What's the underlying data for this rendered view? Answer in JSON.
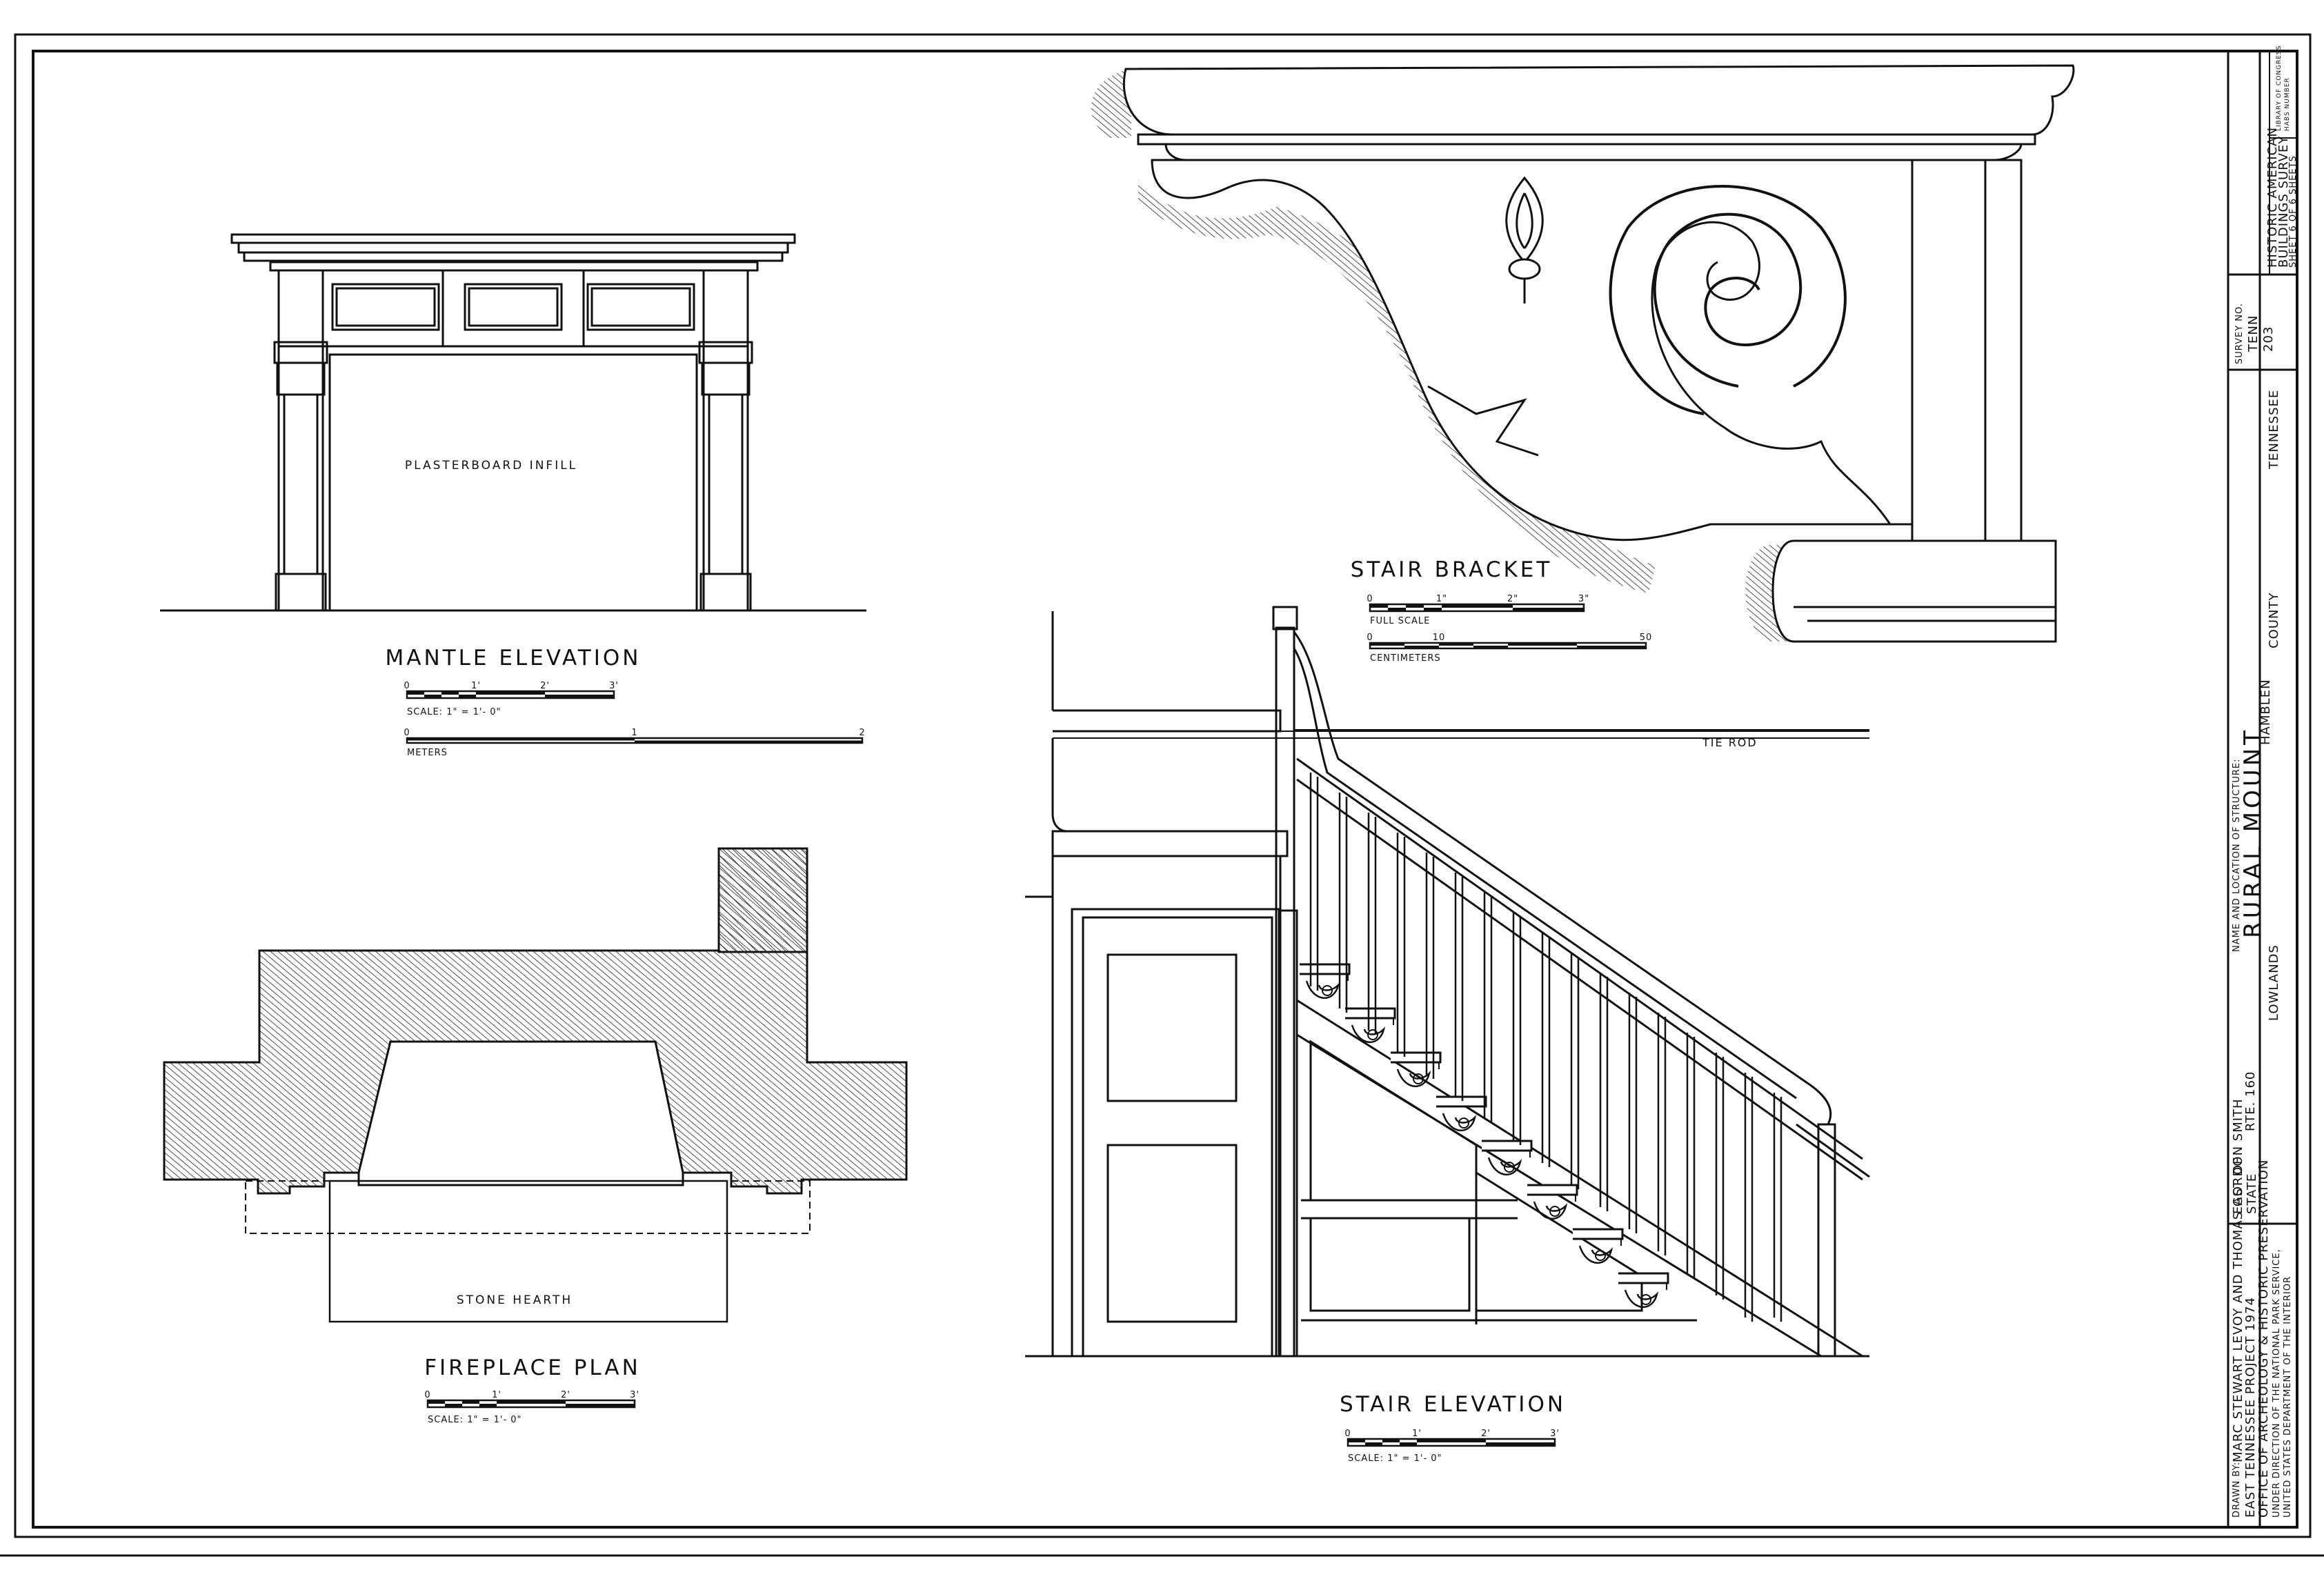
{
  "views": {
    "mantle": {
      "title": "MANTLE ELEVATION",
      "note": "PLASTERBOARD INFILL",
      "scale": {
        "ticks": [
          "0",
          "1'",
          "2'",
          "3'"
        ],
        "caption": "SCALE:  1\" = 1'- 0\""
      },
      "meters": {
        "ticks": [
          "0",
          "1",
          "2"
        ],
        "caption": "METERS"
      }
    },
    "fireplace": {
      "title": "FIREPLACE PLAN",
      "note": "STONE HEARTH",
      "scale": {
        "ticks": [
          "0",
          "1'",
          "2'",
          "3'"
        ],
        "caption": "SCALE:  1\" = 1'- 0\""
      }
    },
    "bracket": {
      "title": "STAIR BRACKET",
      "scale": {
        "ticks": [
          "0",
          "1\"",
          "2\"",
          "3\""
        ],
        "caption": "FULL  SCALE"
      },
      "cm": {
        "ticks": [
          "0",
          "10",
          "50"
        ],
        "caption": "CENTIMETERS"
      }
    },
    "stair": {
      "title": "STAIR ELEVATION",
      "note": "TIE ROD",
      "scale": {
        "ticks": [
          "0",
          "1'",
          "2'",
          "3'"
        ],
        "caption": "SCALE:  1\" = 1'- 0\""
      }
    }
  },
  "title_block": {
    "drawn_by_label": "DRAWN BY:",
    "drawn_by": "MARC STEWART LEVOY  AND  THOMAS GORDON SMITH",
    "project": "EAST TENNESSEE PROJECT 1974",
    "office": "OFFICE OF ARCHEOLOGY & HISTORIC PRESERVATION",
    "under": "UNDER DIRECTION OF THE NATIONAL PARK SERVICE,",
    "dept": "UNITED STATES DEPARTMENT OF THE INTERIOR",
    "name_label": "NAME AND LOCATION OF STRUCTURE:",
    "structure": "RURAL MOUNT",
    "loc_1a": "EAST OF",
    "loc_1b": "STATE",
    "loc_2": "RTE. 160",
    "loc_3": "LOWLANDS",
    "county": "HAMBLEN",
    "county_label": "COUNTY",
    "state": "TENNESSEE",
    "survey_label": "SURVEY NO.",
    "survey_1": "TENN",
    "survey_2": "203",
    "habs_1": "HISTORIC AMERICAN",
    "habs_2": "BUILDINGS SURVEY",
    "sheet": "SHEET 6  OF  6  SHEETS",
    "loc_stamp_1": "LIBRARY OF CONGRESS",
    "loc_stamp_2": "HABS NUMBER"
  }
}
